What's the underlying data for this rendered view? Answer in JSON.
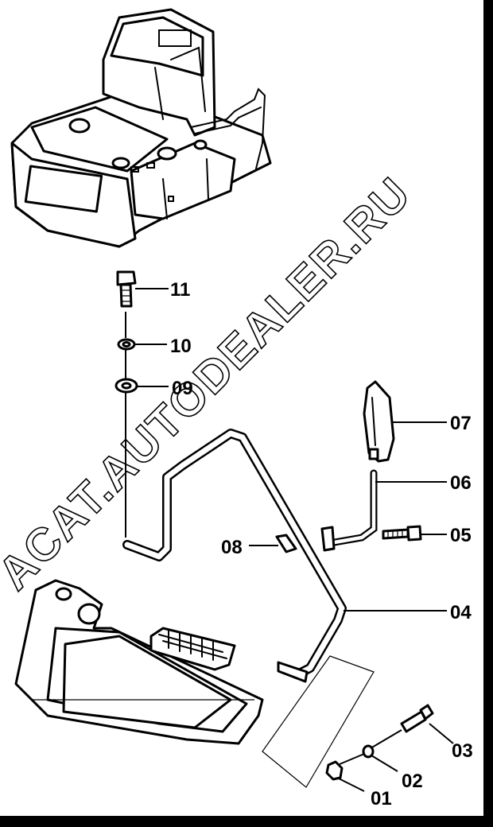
{
  "watermark": "ACAT.AUTODEALER.RU",
  "callouts": [
    {
      "id": "11",
      "label": "11"
    },
    {
      "id": "10",
      "label": "10"
    },
    {
      "id": "09",
      "label": "09"
    },
    {
      "id": "08",
      "label": "08"
    },
    {
      "id": "07",
      "label": "07"
    },
    {
      "id": "06",
      "label": "06"
    },
    {
      "id": "05",
      "label": "05"
    },
    {
      "id": "04",
      "label": "04"
    },
    {
      "id": "03",
      "label": "03"
    },
    {
      "id": "02",
      "label": "02"
    },
    {
      "id": "01",
      "label": "01"
    }
  ],
  "colors": {
    "frame": "#000000",
    "paper": "#ffffff",
    "ink": "#000000"
  }
}
